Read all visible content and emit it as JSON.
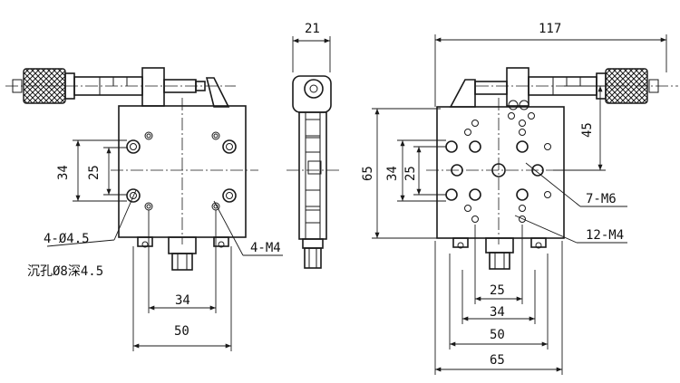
{
  "dimensions": {
    "left_view": {
      "hole_pitch_v_outer": "34",
      "hole_pitch_v_inner": "25",
      "hole_pitch_h_inner": "34",
      "body_width": "50"
    },
    "side_view": {
      "thickness": "21"
    },
    "right_view": {
      "overall_length": "117",
      "micrometer_offset": "45",
      "height": "65",
      "hole_pitch_v_outer": "34",
      "hole_pitch_v_inner": "25",
      "hole_pitch_h_25": "25",
      "hole_pitch_h_34": "34",
      "hole_pitch_h_50": "50",
      "base_width": "65"
    }
  },
  "callouts": {
    "counterbore_holes": "4-Ø4.5",
    "counterbore_spec": "沉孔Ø8深4.5",
    "tapped_holes_left": "4-M4",
    "tapped_m6": "7-M6",
    "tapped_m4": "12-M4"
  }
}
